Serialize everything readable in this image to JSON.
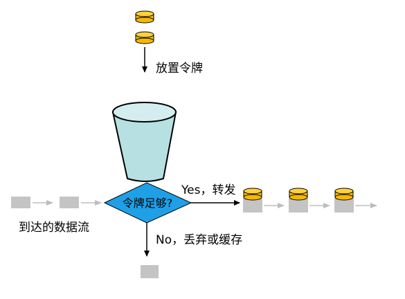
{
  "labels": {
    "place_tokens": "放置令牌",
    "decision": "令牌足够?",
    "yes_forward": "Yes，转发",
    "no_drop": "No，丢弃或缓存",
    "arriving_stream": "到达的数据流"
  },
  "colors": {
    "token_fill": "#f5b800",
    "token_stroke": "#000000",
    "bucket_fill": "#b7e0e2",
    "decision_fill": "#1fa0e6",
    "packet_fill": "#c4c4c4",
    "stream_arrow": "#bdbdbd"
  }
}
